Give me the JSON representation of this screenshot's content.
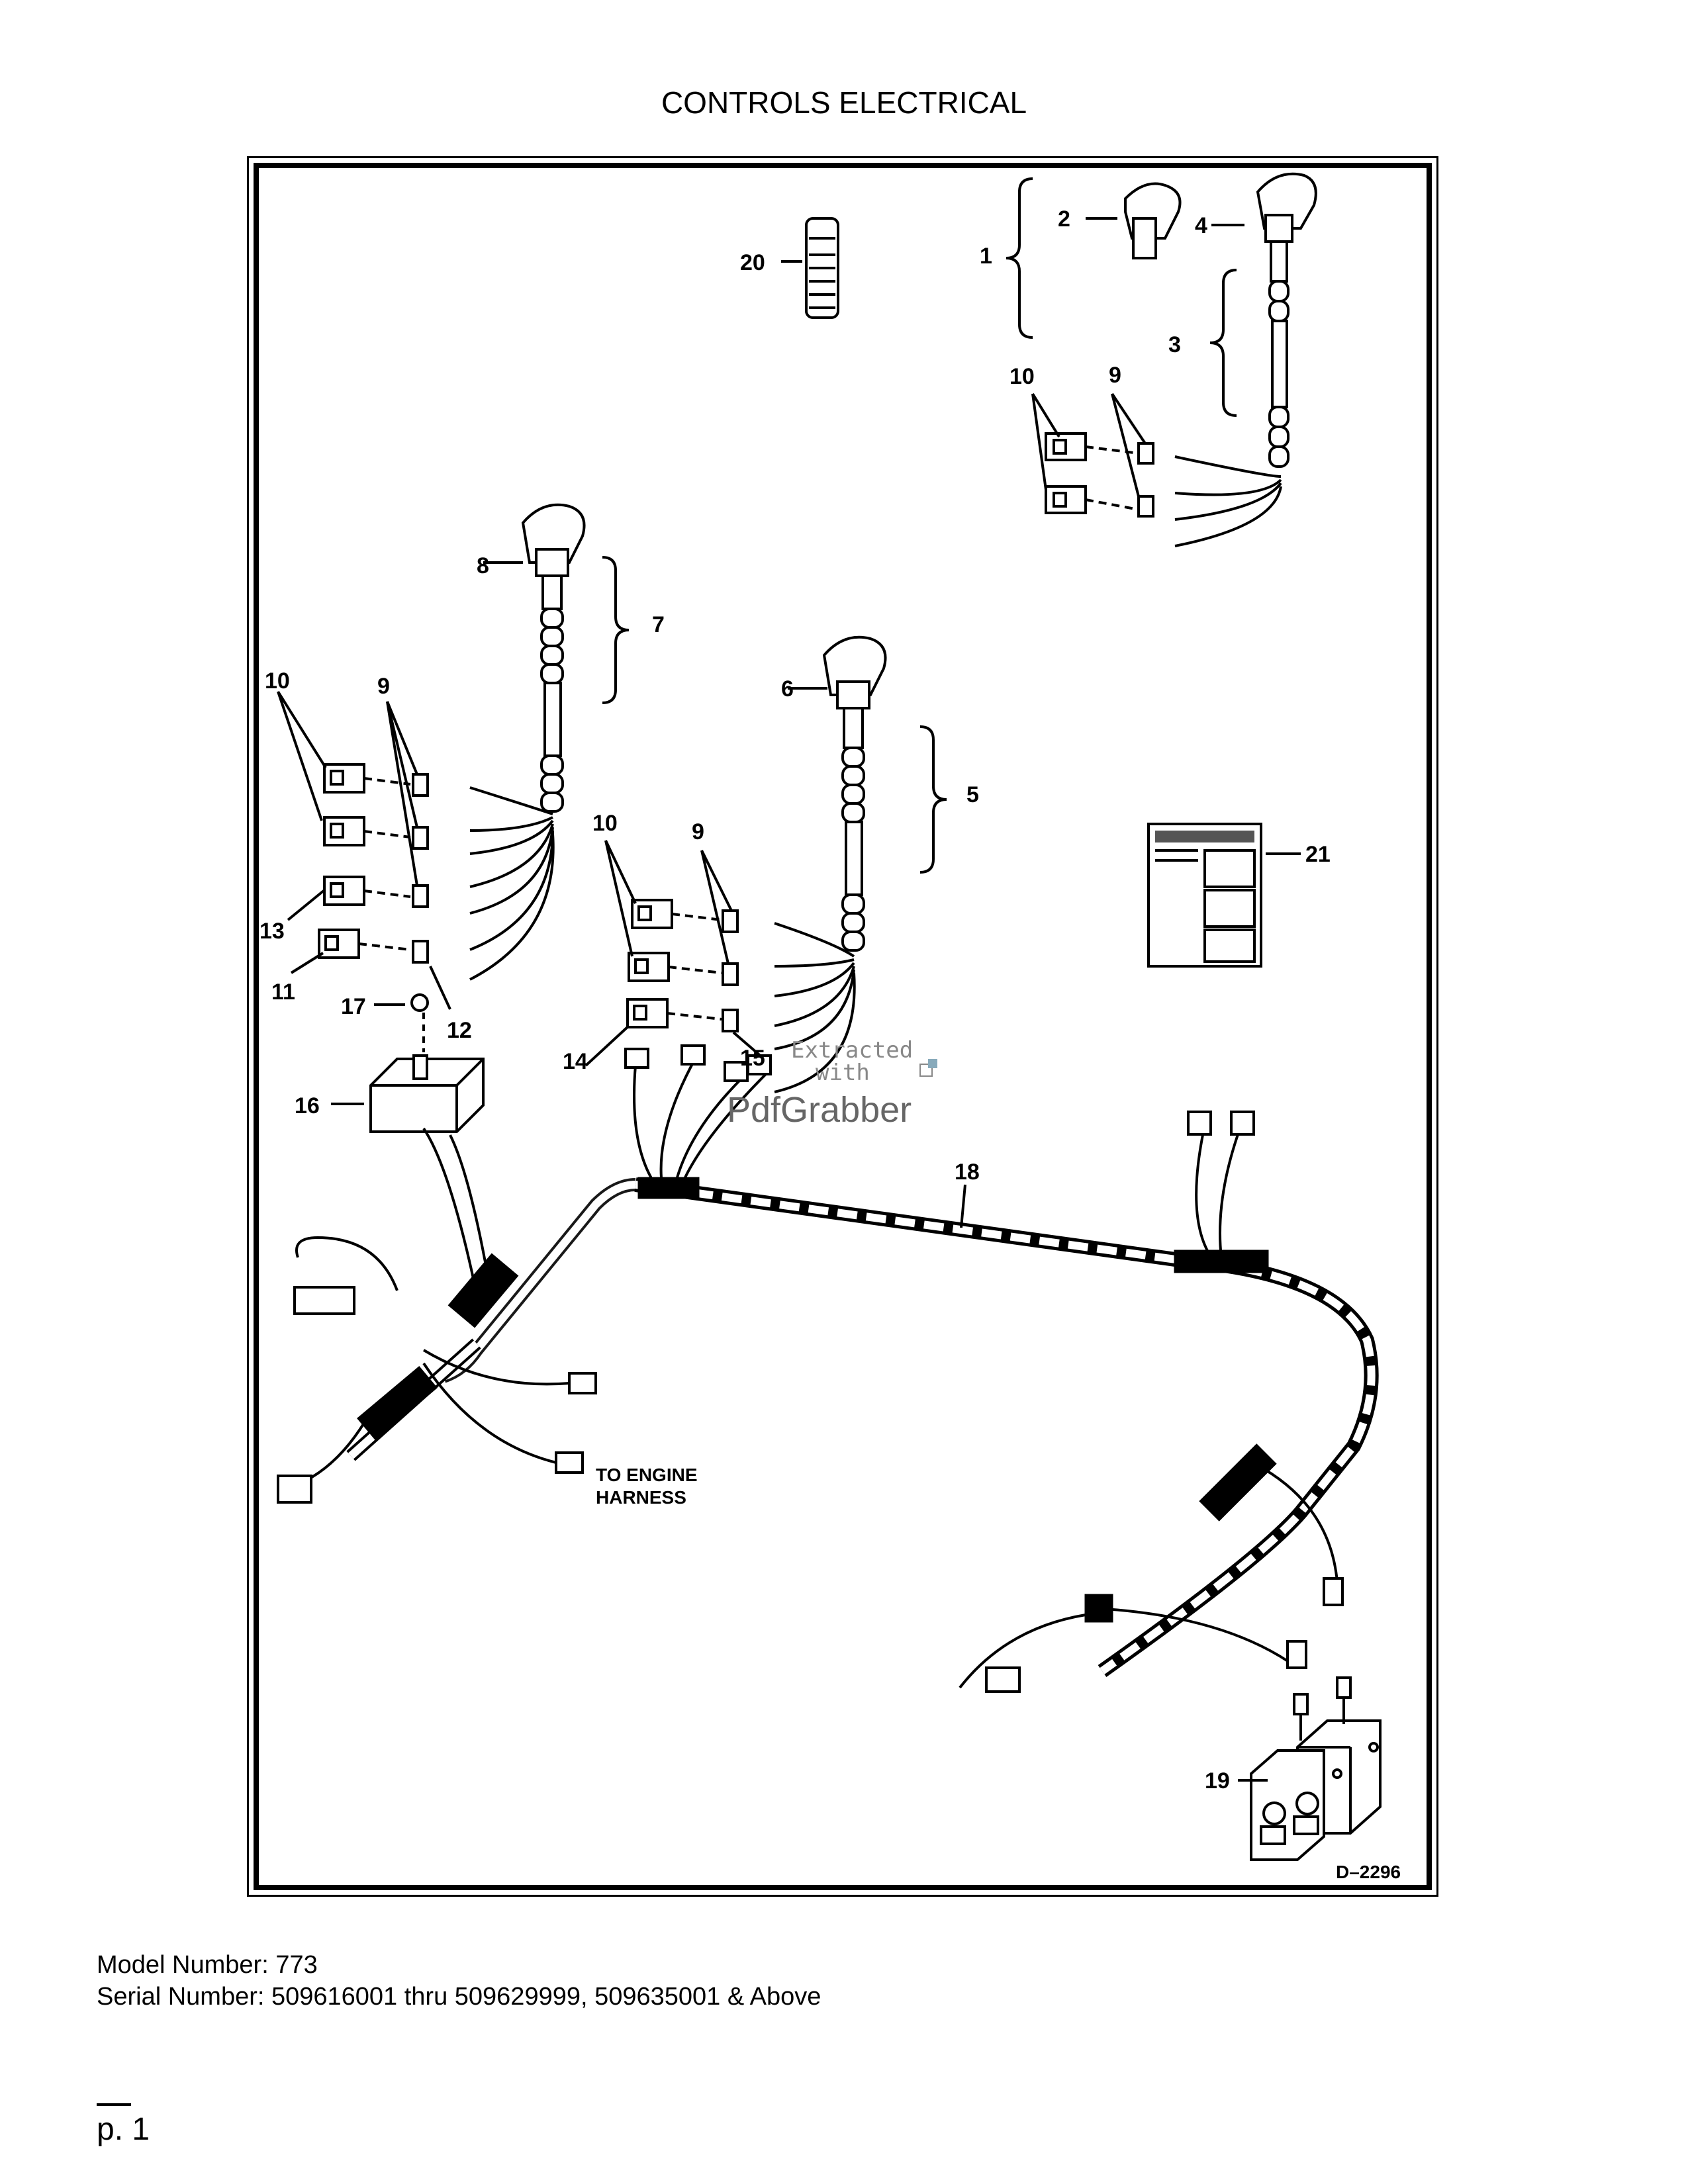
{
  "page": {
    "title": "CONTROLS ELECTRICAL",
    "page_number": "p. 1"
  },
  "figure": {
    "code": "D–2296",
    "note_to_engine": [
      "TO ENGINE",
      "HARNESS"
    ],
    "callouts": {
      "c1": "1",
      "c2": "2",
      "c3": "3",
      "c4": "4",
      "c5": "5",
      "c6": "6",
      "c7": "7",
      "c8": "8",
      "c9a": "9",
      "c9b": "9",
      "c9c": "9",
      "c10a": "10",
      "c10b": "10",
      "c10c": "10",
      "c11": "11",
      "c12": "12",
      "c13": "13",
      "c14": "14",
      "c15": "15",
      "c16": "16",
      "c17": "17",
      "c18": "18",
      "c19": "19",
      "c20": "20",
      "c21": "21"
    }
  },
  "watermark": {
    "line1": "Extracted",
    "line2": "with",
    "brand": "PdfGrabber"
  },
  "footer": {
    "model": "Model Number: 773",
    "serial": "Serial Number: 509616001 thru 509629999, 509635001 & Above"
  }
}
